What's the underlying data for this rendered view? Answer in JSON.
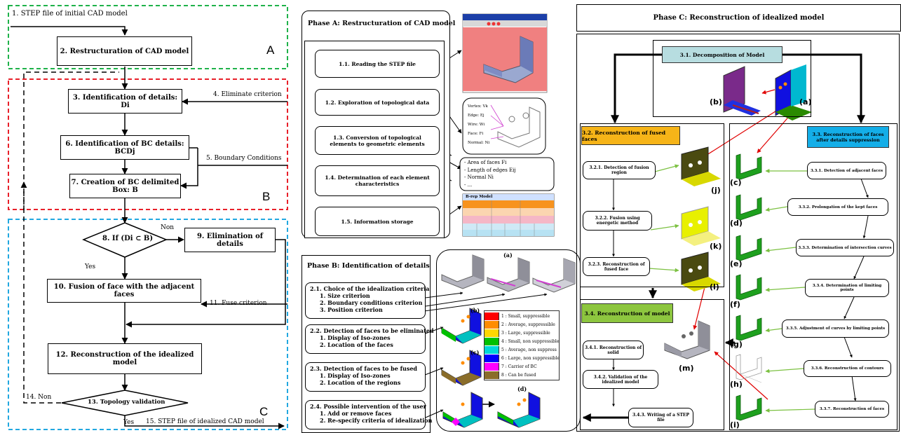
{
  "left": {
    "region_a_label": "A",
    "region_b_label": "B",
    "region_c_label": "C",
    "step1": "1. STEP file of initial CAD model",
    "box2": "2. Restructuration of CAD model",
    "box3": "3. Identification of details: Di",
    "step4": "4. Eliminate criterion",
    "box6": "6. Identification of  BC details: BCDj",
    "step5": "5. Boundary Conditions",
    "box7": "7. Creation of BC delimited Box: B",
    "box8": "8. If (Di ⊂ B)",
    "non1": "Non",
    "box9": "9. Elimination of details",
    "yes1": "Yes",
    "box10": "10. Fusion of face with the adjacent faces",
    "step11": "11. Fuse criterion",
    "box12": "12. Reconstruction of the idealized model",
    "step14": "14. Non",
    "box13": "13. Topology validation",
    "yes2": "Yes",
    "step15": "15. STEP  file of idealized CAD model"
  },
  "phaseA": {
    "title": "Phase A: Restructuration of CAD model",
    "steps": [
      "1.1. Reading the STEP file",
      "1.2. Exploration of topological data",
      "1.3.  Conversion of topological elements to geometric elements",
      "1.4. Determination of each element characteristics",
      "1.5. Information storage"
    ],
    "topo_labels": [
      "Vertex: Vk",
      "Edge: Ej",
      "Wire: Wi",
      "Face: Fi",
      "Normal: Ni"
    ],
    "char_items": [
      "- Area of faces Fi",
      "- Length of edges Eij",
      "- Normal Ni",
      "- ..."
    ],
    "brep_title": "B-rep Model"
  },
  "phaseB": {
    "title": "Phase B: Identification of details",
    "step21": {
      "title": "2.1. Choice of the idealization criteria",
      "items": [
        "1. Size criterion",
        "2. Boundary conditions criterion",
        "3. Position criterion"
      ]
    },
    "step22": {
      "title": "2.2. Detection of faces to be eliminated",
      "items": [
        "1. Display of Iso-zones",
        "2. Location of the faces"
      ]
    },
    "step23": {
      "title": "2.3. Detection of faces to be fused",
      "items": [
        "1. Display of Iso-zones",
        "2. Location of the regions"
      ]
    },
    "step24": {
      "title": "2.4. Possible intervention of the user",
      "items": [
        "1. Add or remove faces",
        "2. Re-specify criteria of idealization"
      ]
    },
    "img_labels": [
      "(a)",
      "(b)",
      "(c)",
      "(d)"
    ],
    "legend": [
      {
        "color": "#ff0000",
        "text": "1 : Small, suppressible"
      },
      {
        "color": "#ff8c00",
        "text": "2 : Average, suppressible"
      },
      {
        "color": "#ffd700",
        "text": "3 : Large, suppressible"
      },
      {
        "color": "#00c000",
        "text": "4 : Small, non suppressible"
      },
      {
        "color": "#00d8d8",
        "text": "5 : Average, non suppress"
      },
      {
        "color": "#0000ff",
        "text": "6 : Large, non suppressible"
      },
      {
        "color": "#ff00ff",
        "text": "7 : Carrier of BC"
      },
      {
        "color": "#8a6d2a",
        "text": "8 : Can be fused"
      }
    ]
  },
  "phaseC": {
    "title": "Phase C: Reconstruction of idealized model",
    "decomp": "3.1. Decomposition of Model",
    "recon_fused": "3.2. Reconstruction of fused faces",
    "fused_steps": [
      "3.2.1. Detection of fusion region",
      "3.2.2. Fusion using energetic method",
      "3.2.3. Reconstruction of fused face"
    ],
    "recon_after": "3.3. Reconstruction of faces after details suppression",
    "after_steps": [
      "3.3.1. Detection of adjacent faces",
      "3.3.2. Prolongation of the kept faces",
      "3.3.3. Determination of intersection curves",
      "3.3.4. Determination of limiting points",
      "3.3.5. Adjustment of curves by  limiting points",
      "3.3.6. Reconstruction of contours",
      "3.3.7. Reconstruction of faces"
    ],
    "recon_model": "3.4. Reconstruction of model",
    "model_steps": [
      "3.4.1. Reconstruction of solid",
      "3.4.2. Validation of the idealized model",
      "3.4.3. Writing of a STEP file"
    ],
    "labels": {
      "a": "(a)",
      "b": "(b)",
      "c": "(c)",
      "d": "(d)",
      "e": "(e)",
      "f": "(f)",
      "g": "(g)",
      "h": "(h)",
      "i": "(i)",
      "j": "(j)",
      "k": "(k)",
      "l": "(l)",
      "m": "(m)"
    },
    "colors": {
      "decomp": "#b7dde0",
      "fused": "#f6b418",
      "after": "#14aee8",
      "model": "#8dc63f"
    }
  }
}
